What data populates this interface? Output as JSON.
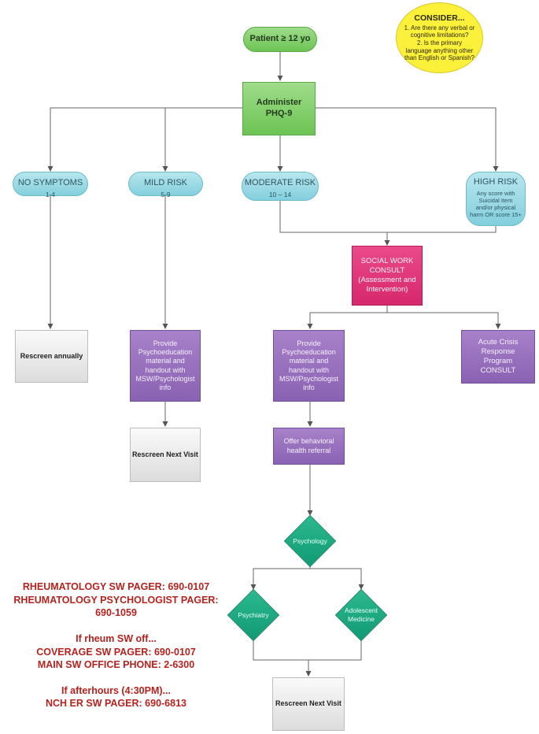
{
  "consider": {
    "title": "CONSIDER...",
    "items": [
      "1. Are there any verbal or cognitive limitations?",
      "2. Is the primary language anything other than English or Spanish?"
    ]
  },
  "nodes": {
    "patient": "Patient ≥ 12 yo",
    "administer": [
      "Administer",
      "PHQ-9"
    ],
    "no_symptoms": {
      "label": "NO SYMPTOMS",
      "range": "1-4"
    },
    "mild_risk": {
      "label": "MILD RISK",
      "range": "5-9"
    },
    "moderate_risk": {
      "label": "MODERATE RISK",
      "range": "10 – 14"
    },
    "high_risk": {
      "label": "HIGH RISK",
      "detail": "Any score with Suicidal Item and/or physical harm OR score 15+"
    },
    "social_work": [
      "SOCIAL WORK",
      "CONSULT",
      "(Assessment and",
      "Intervention)"
    ],
    "rescreen_annually": "Rescreen annually",
    "provide_mild": "Provide Psychoeducation material and handout with MSW/Psychologist info",
    "provide_moderate": "Provide Psychoeducation material and handout with MSW/Psychologist info",
    "acute_crisis": "Acute Crisis Response Program CONSULT",
    "rescreen_next_mild": "Rescreen Next Visit",
    "offer_referral": "Offer behavioral health referral",
    "psychology": "Psychology",
    "psychiatry": "Psychiatry",
    "adolescent_medicine": "Adolescent Medicine",
    "rescreen_next_final": "Rescreen Next Visit"
  },
  "contacts": [
    "RHEUMATOLOGY SW PAGER: 690-0107",
    "RHEUMATOLOGY PSYCHOLOGIST PAGER:",
    "690-1059",
    "",
    "If rheum SW off...",
    "COVERAGE SW PAGER: 690-0107",
    "MAIN SW OFFICE PHONE: 2-6300",
    "",
    "If afterhours (4:30PM)...",
    "NCH ER SW PAGER: 690-6813"
  ],
  "colors": {
    "start": "#7fcf68",
    "risk": "#9fdce6",
    "consult": "#df3578",
    "action": "#9670bf",
    "rescreen": "#e8e8e8",
    "decision": "#1aa880",
    "note": "#fbf03a",
    "contact_text": "#b5231e"
  }
}
